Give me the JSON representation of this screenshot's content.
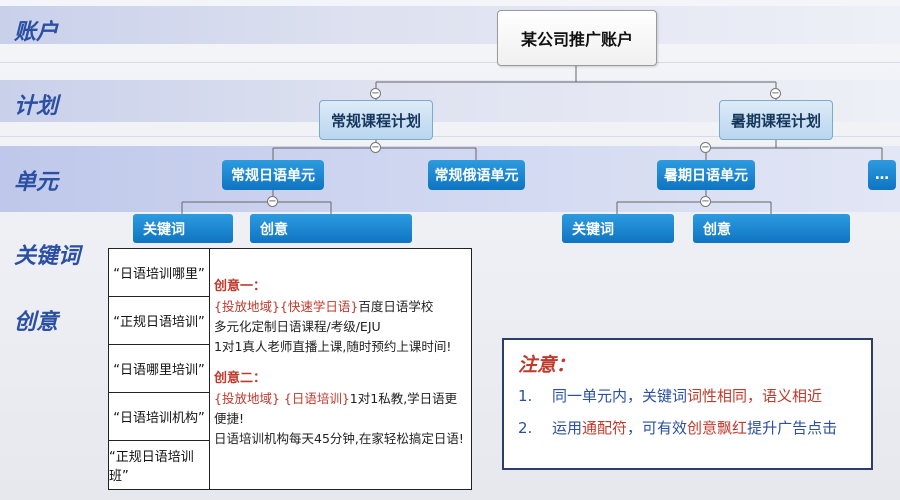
{
  "rows": {
    "account": "账户",
    "plan": "计划",
    "unit": "单元",
    "keyword": "关键词",
    "creative": "创意"
  },
  "tree": {
    "root": "某公司推广账户",
    "plans": [
      "常规课程计划",
      "暑期课程计划"
    ],
    "units": [
      "常规日语单元",
      "常规俄语单元",
      "暑期日语单元",
      "…"
    ],
    "leaves": {
      "keyword": "关键词",
      "creative": "创意"
    }
  },
  "keywords": [
    "“日语培训哪里”",
    "“正规日语培训”",
    "“日语哪里培训”",
    "“日语培训机构”",
    "“正规日语培训班”"
  ],
  "creatives": [
    {
      "title": "创意一：",
      "lines": [
        [
          {
            "t": "{投放地域}",
            "h": true
          },
          {
            "t": "{快速学日语}",
            "h": true
          },
          {
            "t": "百度日语学校",
            "h": false
          }
        ],
        [
          {
            "t": "多元化定制日语课程/考级/EJU",
            "h": false
          }
        ],
        [
          {
            "t": "1对1真人老师直播上课,随时预约上课时间!",
            "h": false
          }
        ]
      ]
    },
    {
      "title": "创意二：",
      "lines": [
        [
          {
            "t": "{投放地域}",
            "h": true
          },
          {
            "t": " {日语培训}",
            "h": true
          },
          {
            "t": "1对1私教,学日语更便捷!",
            "h": false
          }
        ],
        [
          {
            "t": "日语培训机构每天45分钟,在家轻松搞定日语!",
            "h": false
          }
        ]
      ]
    }
  ],
  "note": {
    "title": "注意：",
    "items": [
      {
        "num": "1.",
        "parts": [
          {
            "t": "同一单元内，关键词",
            "h": false
          },
          {
            "t": "词性相同，语义相近",
            "h": true
          }
        ]
      },
      {
        "num": "2.",
        "parts": [
          {
            "t": "运用",
            "h": false
          },
          {
            "t": "通配符",
            "h": true
          },
          {
            "t": "，可有效",
            "h": false
          },
          {
            "t": "创意飘红",
            "h": true
          },
          {
            "t": "提升广告点击",
            "h": false
          }
        ]
      }
    ]
  },
  "colors": {
    "accent_blue": "#1583d0",
    "highlight_red": "#c0392b",
    "label_blue": "#2a4fa3"
  }
}
